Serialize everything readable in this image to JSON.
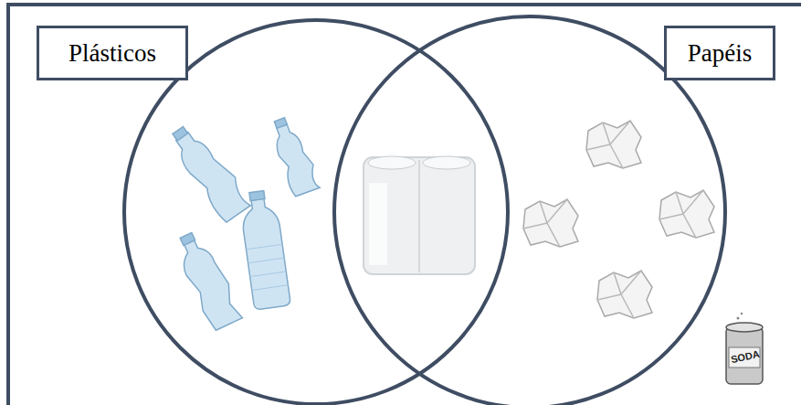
{
  "diagram": {
    "nodes": [
      {
        "text": [
          "Plásticos"
        ]
      },
      {
        "text": [
          "Papéis"
        ]
      }
    ],
    "labels": [
      "SODA"
    ]
  }
}
